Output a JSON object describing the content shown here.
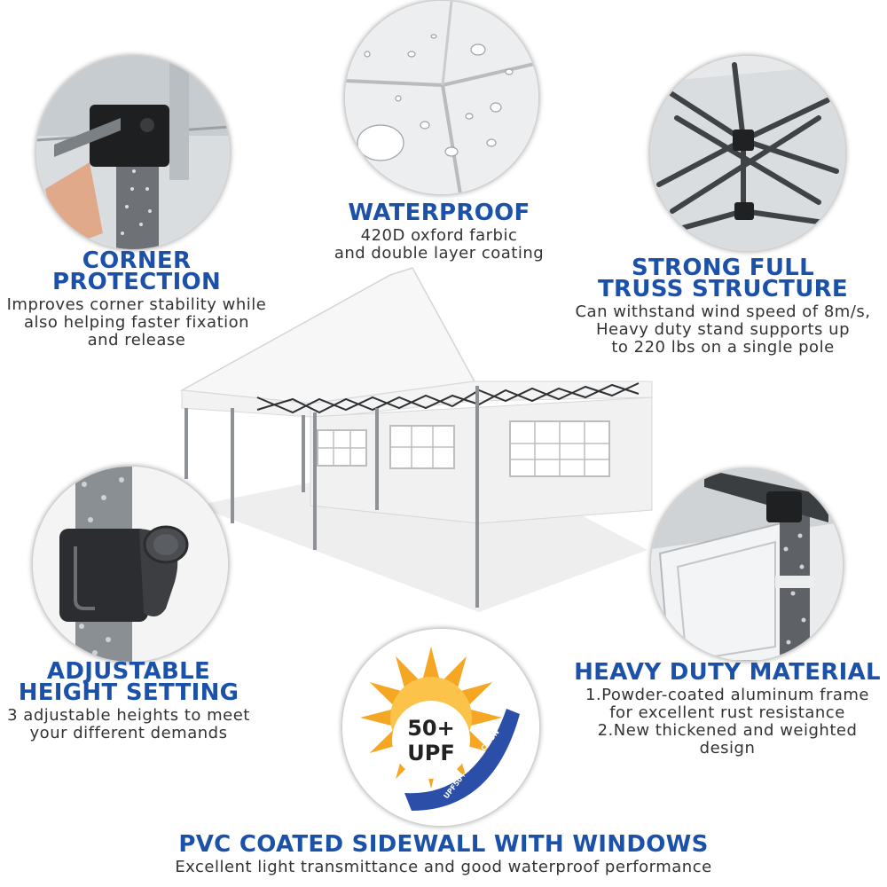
{
  "features": {
    "corner": {
      "title": "CORNER PROTECTION",
      "lines": [
        "Improves corner stability while",
        "also helping faster fixation",
        "and release"
      ]
    },
    "waterproof": {
      "title": "WATERPROOF",
      "lines": [
        "420D oxford farbic",
        "and double layer coating"
      ]
    },
    "truss": {
      "title_lines": [
        "STRONG FULL",
        "TRUSS STRUCTURE"
      ],
      "lines": [
        "Can withstand wind speed of 8m/s,",
        "Heavy duty stand supports up",
        "to 220 lbs on a single pole"
      ]
    },
    "height": {
      "title_lines": [
        "ADJUSTABLE",
        "HEIGHT SETTING"
      ],
      "lines": [
        "3 adjustable heights to meet",
        "your different demands"
      ]
    },
    "material": {
      "title": "HEAVY DUTY MATERIAL",
      "lines": [
        "1.Powder-coated aluminum frame",
        "for excellent rust resistance",
        "2.New thickened and weighted",
        "design"
      ]
    },
    "sidewall": {
      "title": "PVC COATED SIDEWALL WITH WINDOWS",
      "lines": [
        "Excellent light transmittance and good waterproof performance"
      ]
    }
  },
  "badge": {
    "value": "50+",
    "unit": "UPF",
    "ribbon": "UPF50+ PROTECTION"
  },
  "colors": {
    "title_blue": "#1b51a8",
    "body_text": "#333333",
    "sun_yellow": "#f5a623",
    "ribbon_blue": "#2b4fa8"
  }
}
